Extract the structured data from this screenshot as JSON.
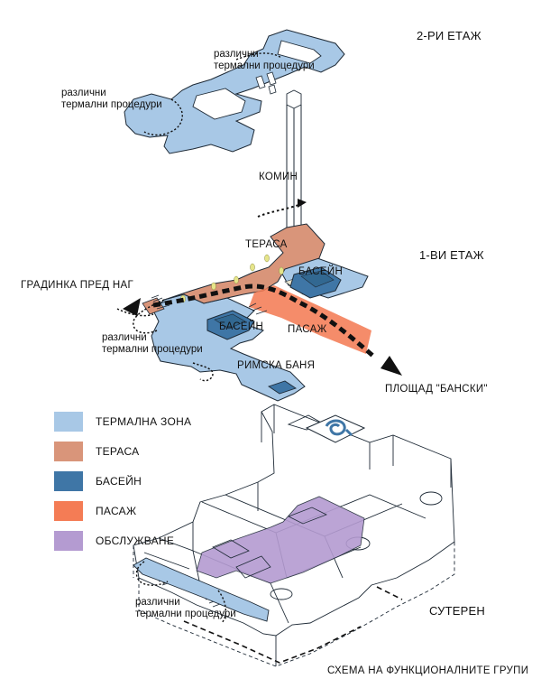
{
  "floors": {
    "second": "2-РИ ЕТАЖ",
    "first": "1-ВИ ЕТАЖ",
    "basement": "СУТЕРЕН"
  },
  "notes": {
    "second_floor_right": "различни\nтермални процедури",
    "second_floor_left": "различни\nтермални процедури",
    "first_floor_left": "различни\nтермални процедури",
    "basement_left": "различни\nтермални процедури"
  },
  "rooms": {
    "chimney": "КОМИН",
    "terrace": "ТЕРАСА",
    "pool_upper": "БАСЕЙН",
    "pool_lower": "БАСЕЙН",
    "passage": "ПАСАЖ",
    "roman_bath": "РИМСКА БАНЯ"
  },
  "destinations": {
    "garden": "ГРАДИНКА ПРЕД НАГ",
    "square": "ПЛОЩАД \"БАНСКИ\""
  },
  "legend": [
    {
      "label": "ТЕРМАЛНА ЗОНА",
      "color": "#a8c8e6"
    },
    {
      "label": "ТЕРАСА",
      "color": "#d9957a"
    },
    {
      "label": "БАСЕЙН",
      "color": "#3f76a6"
    },
    {
      "label": "ПАСАЖ",
      "color": "#f47c55"
    },
    {
      "label": "ОБСЛУЖВАНЕ",
      "color": "#b49bd1"
    }
  ],
  "caption": "СХЕМА НА ФУНКЦИОНАЛНИТЕ ГРУПИ",
  "colors": {
    "thermal": "#a8c8e6",
    "terrace": "#d9957a",
    "pool": "#3f76a6",
    "passage": "#f47c55",
    "service": "#b49bd1",
    "outline": "#1e2a36",
    "tree": "#e6e58a"
  }
}
